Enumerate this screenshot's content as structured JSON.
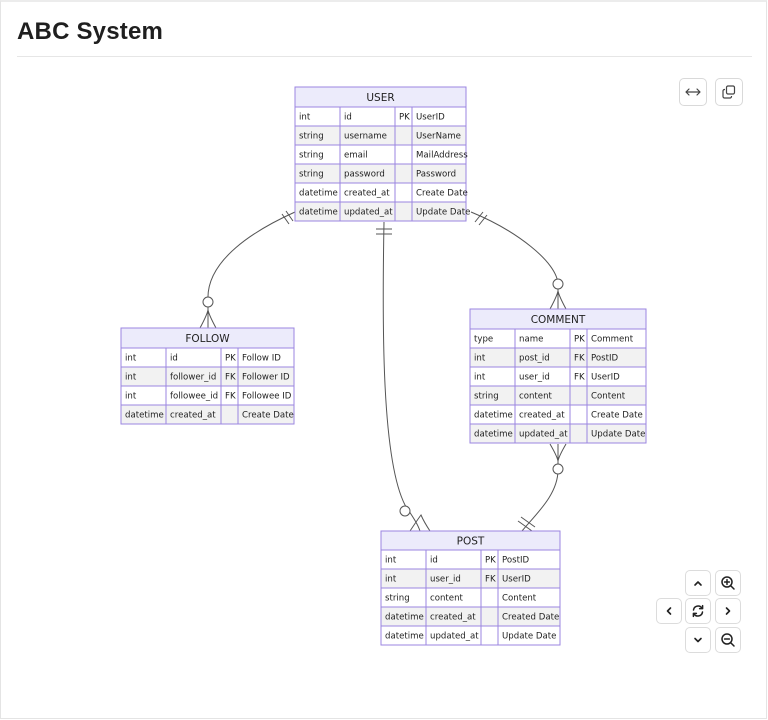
{
  "page": {
    "title": "ABC System"
  },
  "toolbar": {
    "fit_icon": "arrows-horizontal-icon",
    "copy_icon": "copy-icon"
  },
  "navigation": {
    "up_icon": "chevron-up-icon",
    "left_icon": "chevron-left-icon",
    "right_icon": "chevron-right-icon",
    "down_icon": "chevron-down-icon",
    "reset_icon": "refresh-icon",
    "zoom_in_icon": "zoom-in-icon",
    "zoom_out_icon": "zoom-out-icon"
  },
  "colors": {
    "entity_border": "#9b86e0",
    "header_fill": "#ecebfb",
    "shaded_row": "#f2f2f2",
    "line": "#555555"
  },
  "diagram": {
    "entities": [
      {
        "name": "USER",
        "rows": [
          [
            "int",
            "id",
            "PK",
            "UserID"
          ],
          [
            "string",
            "username",
            "",
            "UserName"
          ],
          [
            "string",
            "email",
            "",
            "MailAddress"
          ],
          [
            "string",
            "password",
            "",
            "Password"
          ],
          [
            "datetime",
            "created_at",
            "",
            "Create Date"
          ],
          [
            "datetime",
            "updated_at",
            "",
            "Update Date"
          ]
        ]
      },
      {
        "name": "FOLLOW",
        "rows": [
          [
            "int",
            "id",
            "PK",
            "Follow ID"
          ],
          [
            "int",
            "follower_id",
            "FK",
            "Follower ID"
          ],
          [
            "int",
            "followee_id",
            "FK",
            "Followee ID"
          ],
          [
            "datetime",
            "created_at",
            "",
            "Create Date"
          ]
        ]
      },
      {
        "name": "COMMENT",
        "rows": [
          [
            "type",
            "name",
            "PK",
            "Comment"
          ],
          [
            "int",
            "post_id",
            "FK",
            "PostID"
          ],
          [
            "int",
            "user_id",
            "FK",
            "UserID"
          ],
          [
            "string",
            "content",
            "",
            "Content"
          ],
          [
            "datetime",
            "created_at",
            "",
            "Create Date"
          ],
          [
            "datetime",
            "updated_at",
            "",
            "Update Date"
          ]
        ]
      },
      {
        "name": "POST",
        "rows": [
          [
            "int",
            "id",
            "PK",
            "PostID"
          ],
          [
            "int",
            "user_id",
            "FK",
            "UserID"
          ],
          [
            "string",
            "content",
            "",
            "Content"
          ],
          [
            "datetime",
            "created_at",
            "",
            "Created Date"
          ],
          [
            "datetime",
            "updated_at",
            "",
            "Update Date"
          ]
        ]
      }
    ],
    "relationships": [
      {
        "from": "USER",
        "to": "FOLLOW",
        "from_card": "exactly-one",
        "to_card": "zero-or-many"
      },
      {
        "from": "USER",
        "to": "COMMENT",
        "from_card": "exactly-one",
        "to_card": "zero-or-many"
      },
      {
        "from": "USER",
        "to": "POST",
        "from_card": "exactly-one",
        "to_card": "zero-or-many"
      },
      {
        "from": "POST",
        "to": "COMMENT",
        "from_card": "exactly-one",
        "to_card": "zero-or-many"
      }
    ]
  }
}
